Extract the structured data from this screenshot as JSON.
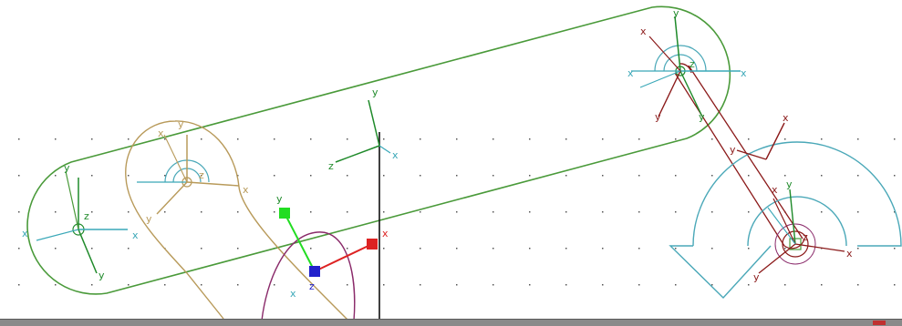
{
  "colors": {
    "background": "#ffffff",
    "grid_dot": "#555555",
    "link_long": "#4a9a3a",
    "link_tan": "#b89a5a",
    "link_red": "#8b1a1a",
    "link_purple": "#8a2a6a",
    "arc_cyan": "#4aa8b8",
    "axis_y": "#1f8a2a",
    "axis_x": "#3aa8b8",
    "axis_red": "#8b1a1a",
    "axis_main": "#111111",
    "triad_red": "#dd2222",
    "triad_green": "#22dd22",
    "triad_blue": "#2222cc",
    "status_bar": "#8a8a8a"
  },
  "labels": {
    "y": "y",
    "x": "x",
    "z": "z"
  }
}
